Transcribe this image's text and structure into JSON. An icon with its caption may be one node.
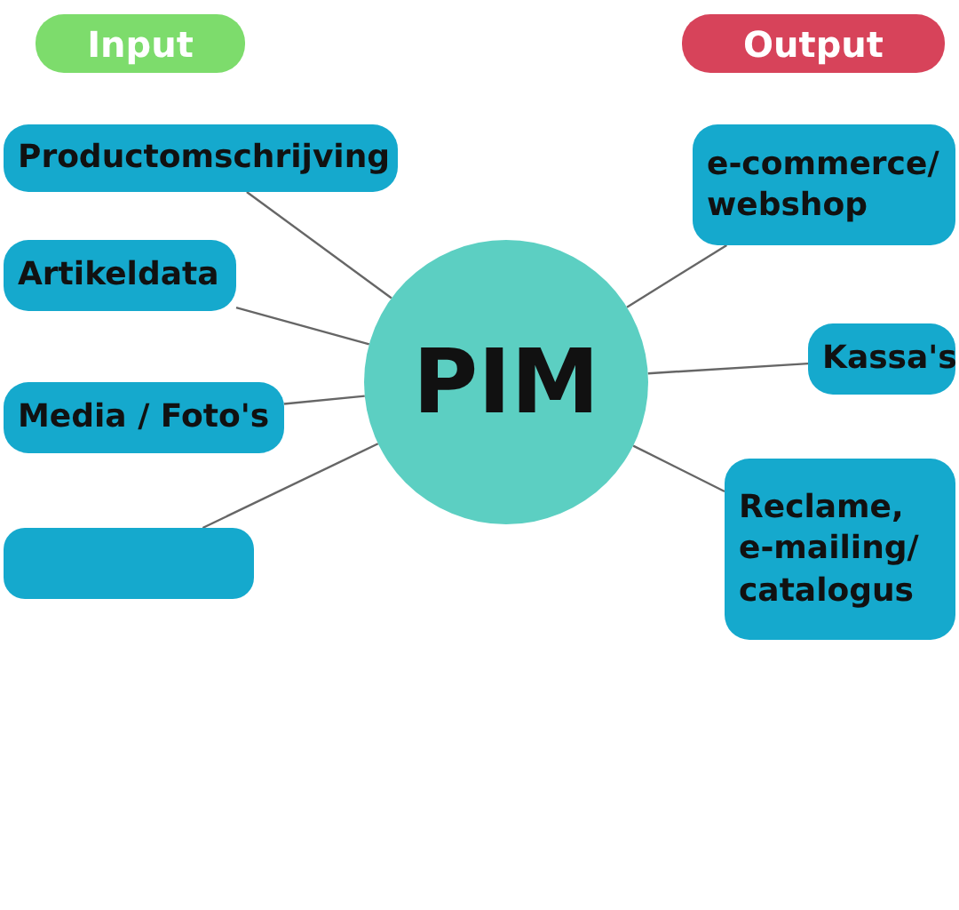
{
  "diagram": {
    "nodes": [
      {
        "text": [
          "Input"
        ]
      },
      {
        "text": [
          "Output"
        ]
      },
      {
        "text": [
          "Productomschrijving"
        ]
      },
      {
        "text": [
          "e-commerce/ webshop"
        ]
      },
      {
        "text": [
          "Artikeldata"
        ]
      },
      {
        "text": [
          "PIM"
        ]
      },
      {
        "text": [
          "Kassa's"
        ]
      },
      {
        "text": [
          "Media / Foto's"
        ]
      },
      {
        "text": [
          "Reclame, e-mailing/ catalogus"
        ]
      },
      {
        "text": [],
        "shape": "box"
      }
    ],
    "edges": [
      {
        "from": 2,
        "to": 5,
        "arrow": "none"
      },
      {
        "from": 4,
        "to": 5,
        "arrow": "none"
      },
      {
        "from": 7,
        "to": 5,
        "arrow": "none"
      },
      {
        "from": 9,
        "to": 5,
        "arrow": "none"
      },
      {
        "from": 5,
        "to": 3,
        "arrow": "none"
      },
      {
        "from": 5,
        "to": 6,
        "arrow": "none"
      },
      {
        "from": 5,
        "to": 8,
        "arrow": "none"
      }
    ]
  }
}
